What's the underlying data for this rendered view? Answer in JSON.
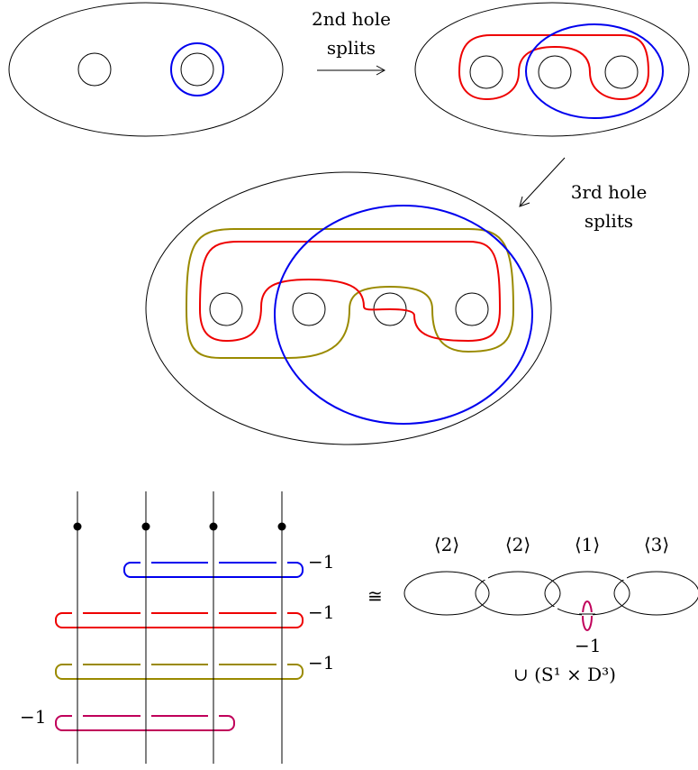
{
  "arrow1": {
    "line1": "2nd hole",
    "line2": "splits"
  },
  "arrow2": {
    "line1": "3rd hole",
    "line2": "splits"
  },
  "framings": {
    "blue": "−1",
    "red": "−1",
    "olive": "−1",
    "magenta": "−1",
    "small": "−1"
  },
  "iso_symbol": "≅",
  "chain_labels": [
    "⟨2⟩",
    "⟨2⟩",
    "⟨1⟩",
    "⟨3⟩"
  ],
  "union_text": "∪ (S¹ × D³)",
  "colors": {
    "blue": "#0000ee",
    "red": "#ee0000",
    "olive": "#9a8a00",
    "magenta": "#c0005a"
  }
}
